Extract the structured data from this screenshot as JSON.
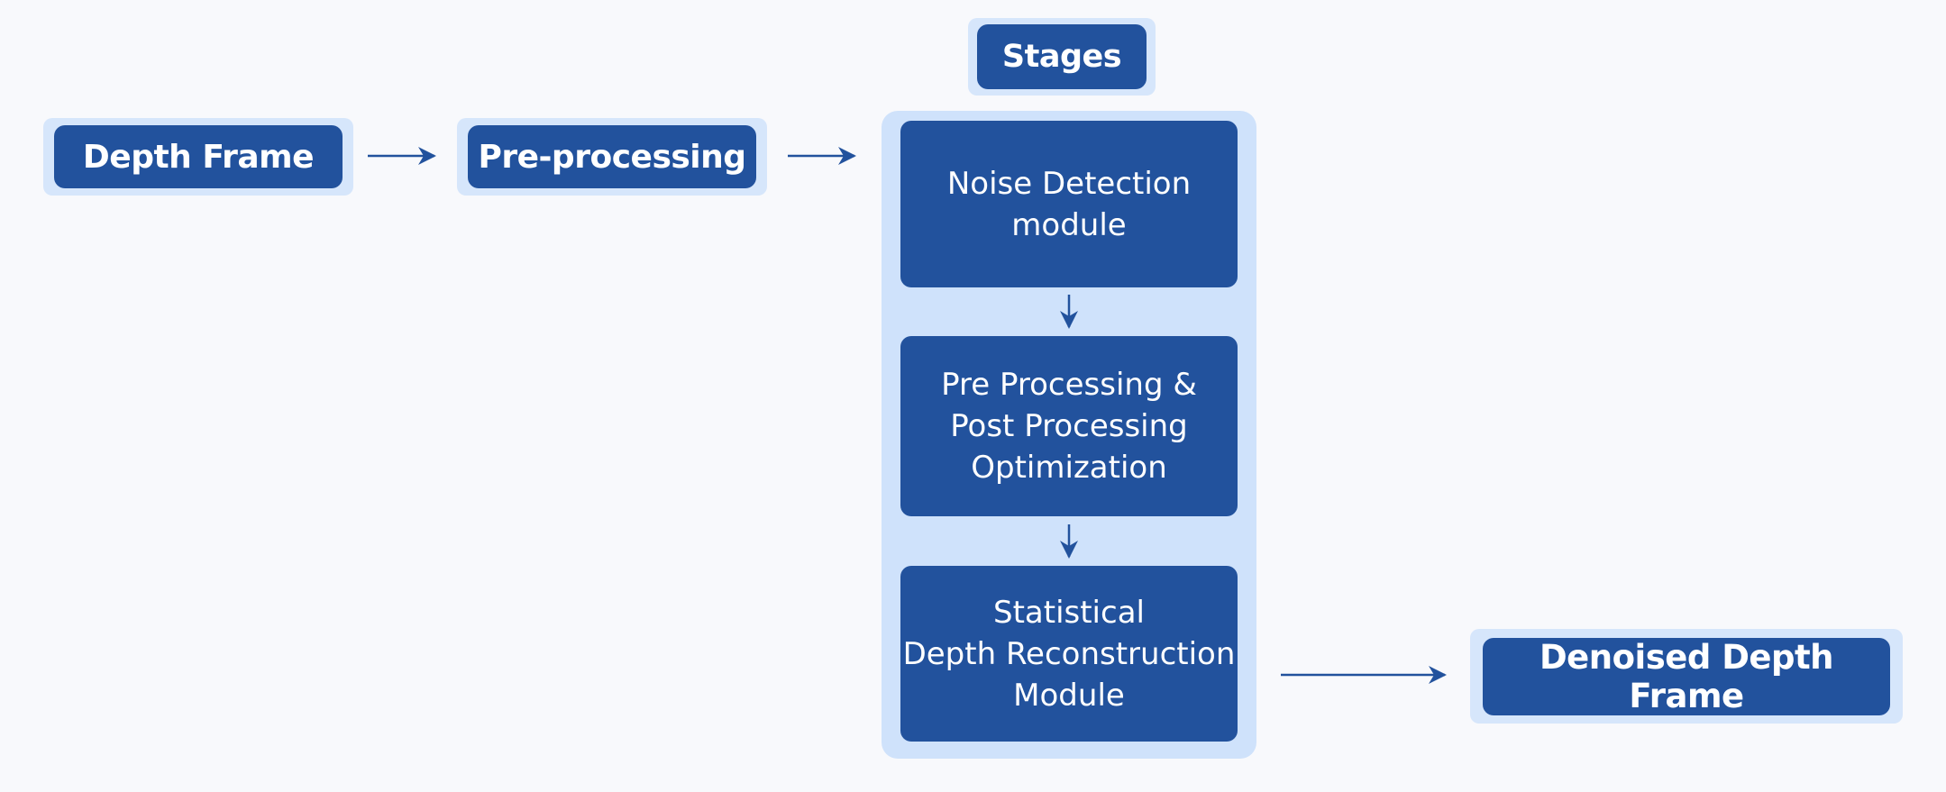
{
  "input": {
    "label": "Depth Frame"
  },
  "preprocessing": {
    "label": "Pre-processing"
  },
  "stages": {
    "title": "Stages",
    "items": [
      {
        "label": "Noise Detection\nmodule"
      },
      {
        "label": "Pre Processing &\nPost Processing\nOptimization"
      },
      {
        "label": "Statistical\nDepth Reconstruction\nModule"
      }
    ]
  },
  "output": {
    "label": "Denoised Depth Frame"
  },
  "colors": {
    "box": "#22529d",
    "halo": "#d6e6fb",
    "panel": "#cfe2fb",
    "arrow": "#22529d",
    "background": "#f8f9fc"
  }
}
